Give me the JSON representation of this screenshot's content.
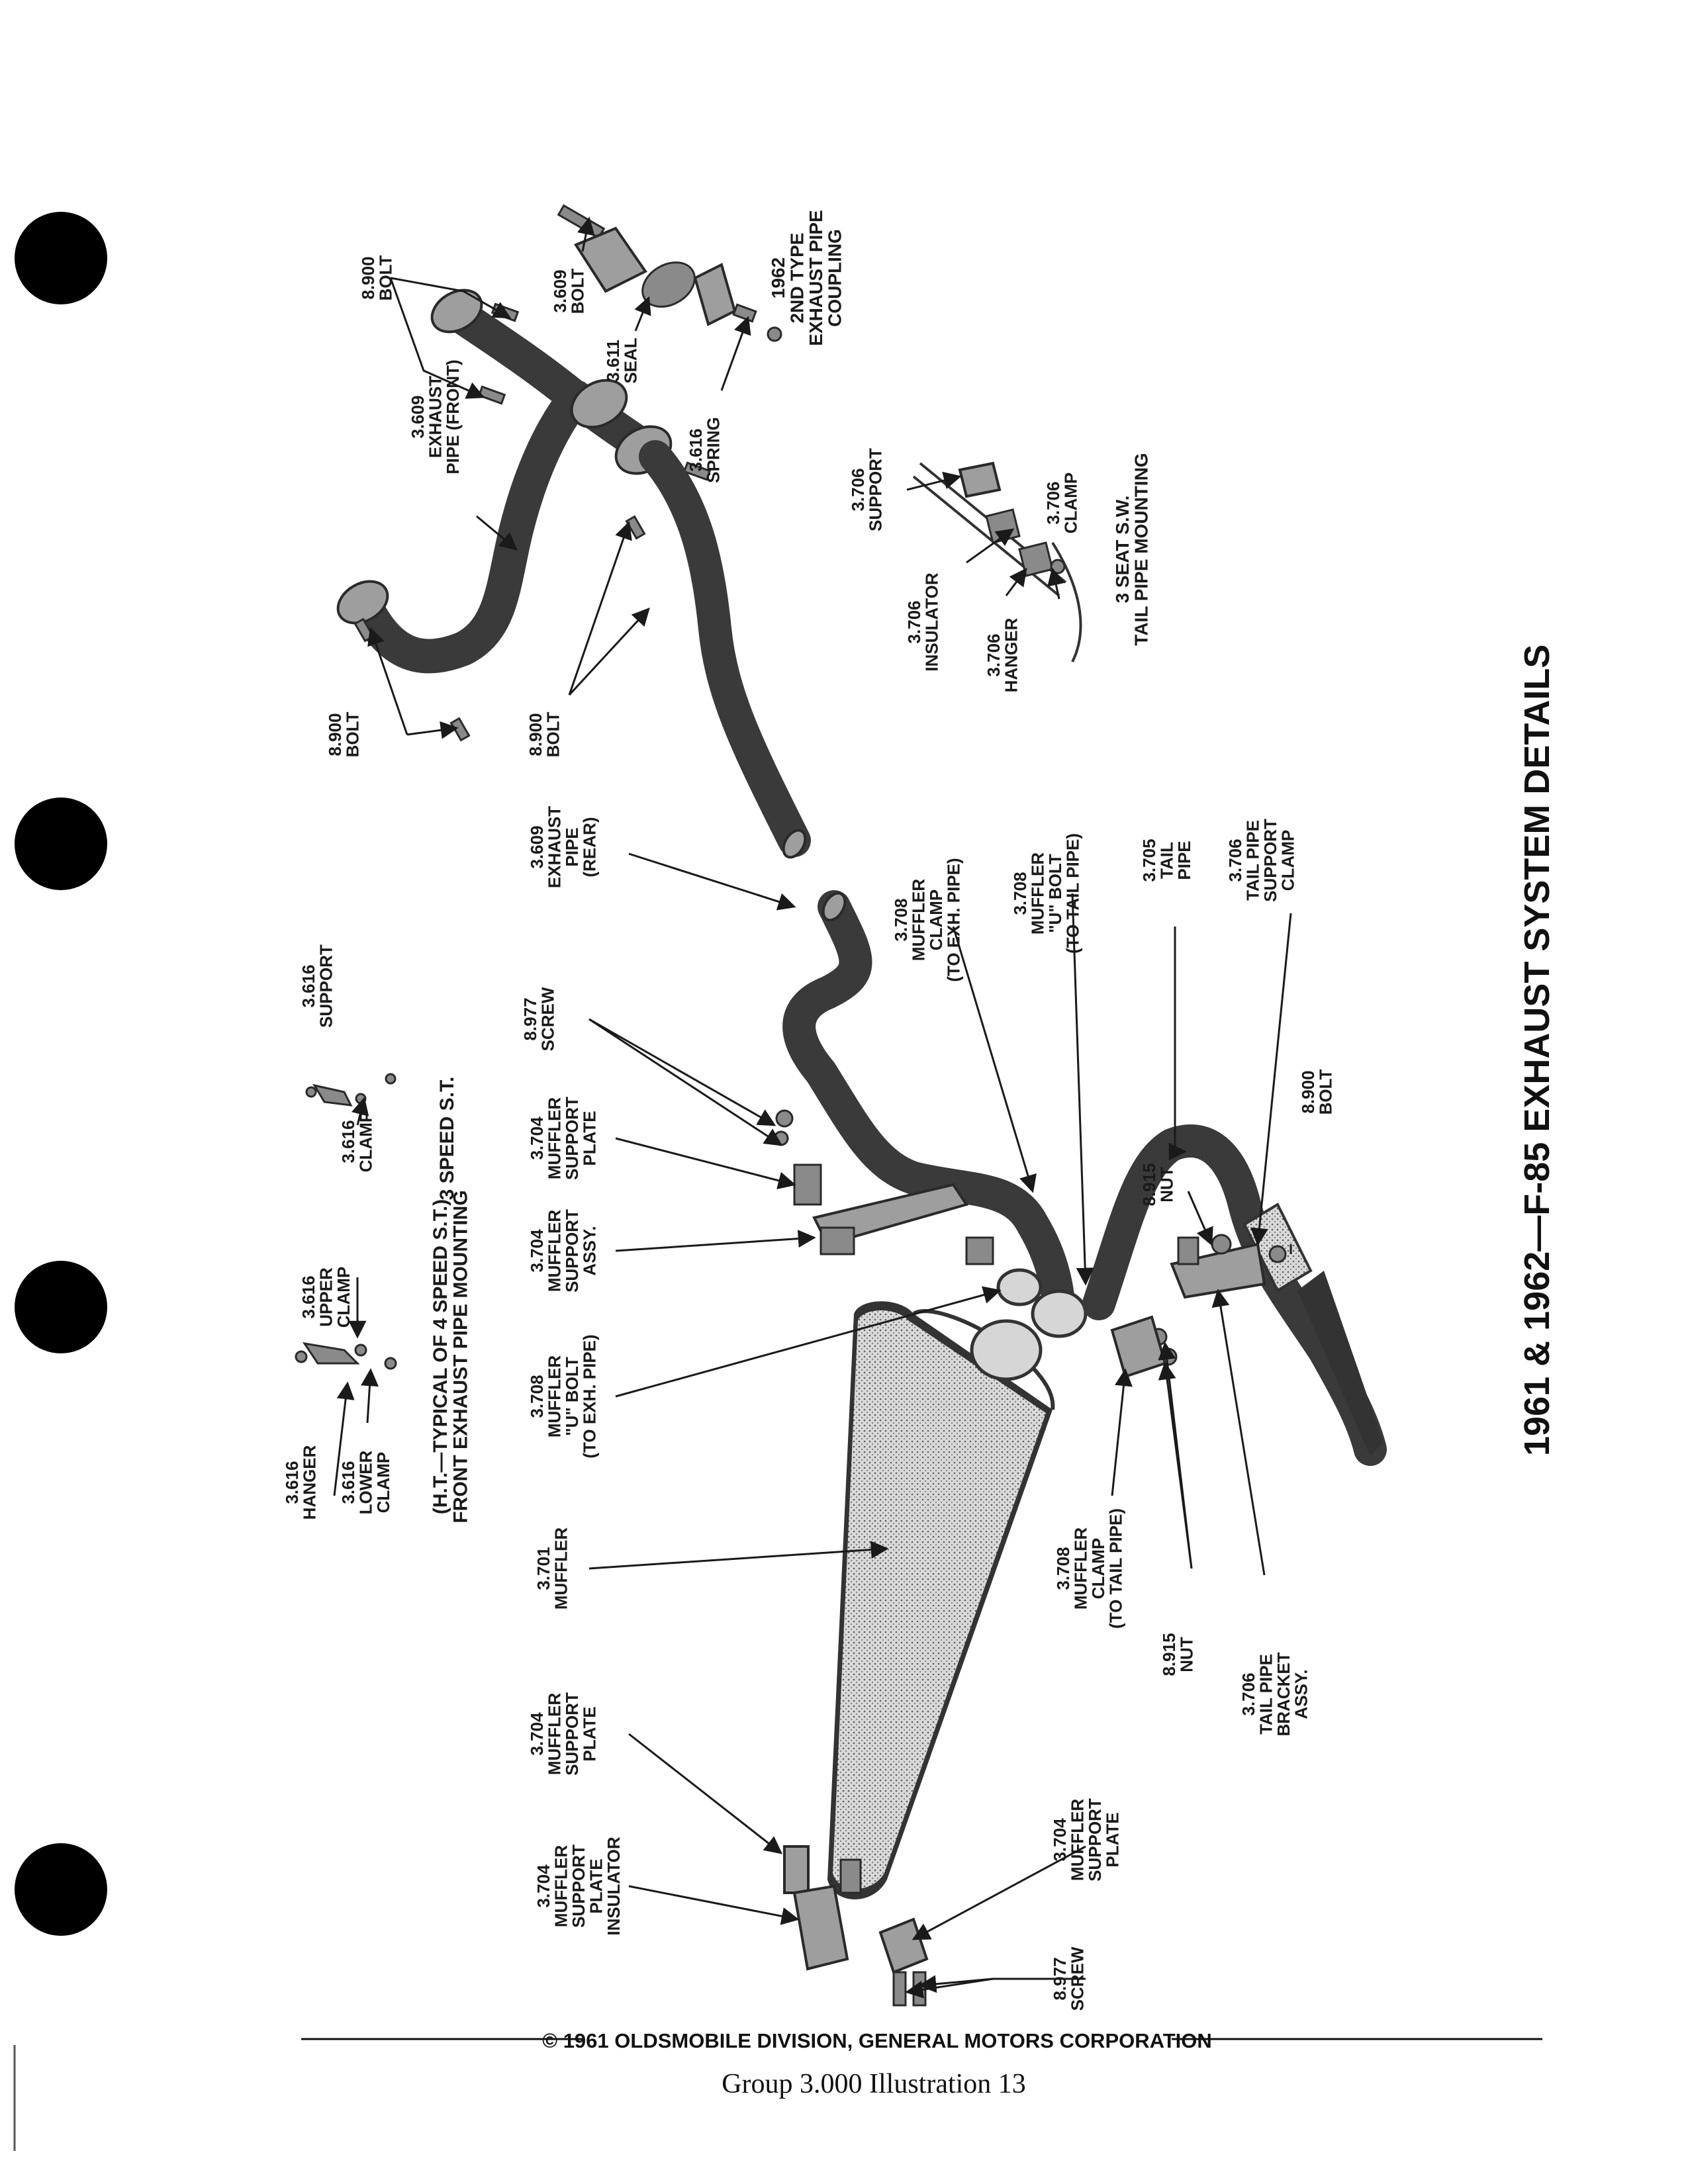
{
  "title": "1961 & 1962—F-85 EXHAUST SYSTEM DETAILS",
  "footer": {
    "copyright": "© 1961 OLDSMOBILE DIVISION, GENERAL MOTORS CORPORATION",
    "caption": "Group 3.000 Illustration 13"
  },
  "insets": {
    "coupling": [
      "1962",
      "2ND TYPE",
      "EXHAUST PIPE",
      "COUPLING"
    ],
    "three_seat": [
      "3 SEAT S.W.",
      "TAIL PIPE MOUNTING"
    ],
    "four_speed": [
      "(H.T.—TYPICAL OF 4 SPEED S.T.)",
      "FRONT EXHAUST PIPE MOUNTING"
    ],
    "three_speed": [
      "3 SPEED S.T."
    ]
  },
  "callouts": {
    "bolt_890_top": [
      "8.900",
      "BOLT"
    ],
    "bolt_3609": [
      "3.609",
      "BOLT"
    ],
    "seal_3611": [
      "3.611",
      "SEAL"
    ],
    "spring_3616": [
      "3.616",
      "SPRING"
    ],
    "exhaust_front": [
      "3.609",
      "EXHAUST",
      "PIPE (FRONT)"
    ],
    "bolt_890_left": [
      "8.900",
      "BOLT"
    ],
    "bolt_890_mid": [
      "8.900",
      "BOLT"
    ],
    "support_3706": [
      "3.706",
      "SUPPORT"
    ],
    "clamp_3706": [
      "3.706",
      "CLAMP"
    ],
    "insulator_3706": [
      "3.706",
      "INSULATOR"
    ],
    "hanger_3706": [
      "3.706",
      "HANGER"
    ],
    "exhaust_rear": [
      "3.609",
      "EXHAUST",
      "PIPE",
      "(REAR)"
    ],
    "clamp_3708_exh": [
      "3.708",
      "MUFFLER",
      "CLAMP",
      "(TO EXH. PIPE)"
    ],
    "ubolt_3708_tail": [
      "3.708",
      "MUFFLER",
      "\"U\" BOLT",
      "(TO TAIL PIPE)"
    ],
    "tail_pipe_3705": [
      "3.705",
      "TAIL",
      "PIPE"
    ],
    "tp_support_clamp": [
      "3.706",
      "TAIL PIPE",
      "SUPPORT",
      "CLAMP"
    ],
    "support_3616": [
      "3.616",
      "SUPPORT"
    ],
    "clamp_3616": [
      "3.616",
      "CLAMP"
    ],
    "screw_8977_top": [
      "8.977",
      "SCREW"
    ],
    "plate_3704_top": [
      "3.704",
      "MUFFLER",
      "SUPPORT",
      "PLATE"
    ],
    "assy_3704": [
      "3.704",
      "MUFFLER",
      "SUPPORT",
      "ASSY."
    ],
    "nut_8915_top": [
      "8.915",
      "NUT"
    ],
    "bolt_8900_right": [
      "8.900",
      "BOLT"
    ],
    "upper_clamp_3616": [
      "3.616",
      "UPPER",
      "CLAMP"
    ],
    "hanger_3616": [
      "3.616",
      "HANGER"
    ],
    "lower_clamp_3616": [
      "3.616",
      "LOWER",
      "CLAMP"
    ],
    "ubolt_3708_exh": [
      "3.708",
      "MUFFLER",
      "\"U\" BOLT",
      "(TO EXH. PIPE)"
    ],
    "muffler_3701": [
      "3.701",
      "MUFFLER"
    ],
    "clamp_3708_tail": [
      "3.708",
      "MUFFLER",
      "CLAMP",
      "(TO TAIL PIPE)"
    ],
    "nut_8915_bottom": [
      "8.915",
      "NUT"
    ],
    "bracket_3706": [
      "3.706",
      "TAIL PIPE",
      "BRACKET",
      "ASSY."
    ],
    "plate_3704_left": [
      "3.704",
      "MUFFLER",
      "SUPPORT",
      "PLATE"
    ],
    "insulator_3704": [
      "3.704",
      "MUFFLER",
      "SUPPORT",
      "PLATE",
      "INSULATOR"
    ],
    "plate_3704_bottom": [
      "3.704",
      "MUFFLER",
      "SUPPORT",
      "PLATE"
    ],
    "screw_8977_bottom": [
      "8.977",
      "SCREW"
    ]
  }
}
